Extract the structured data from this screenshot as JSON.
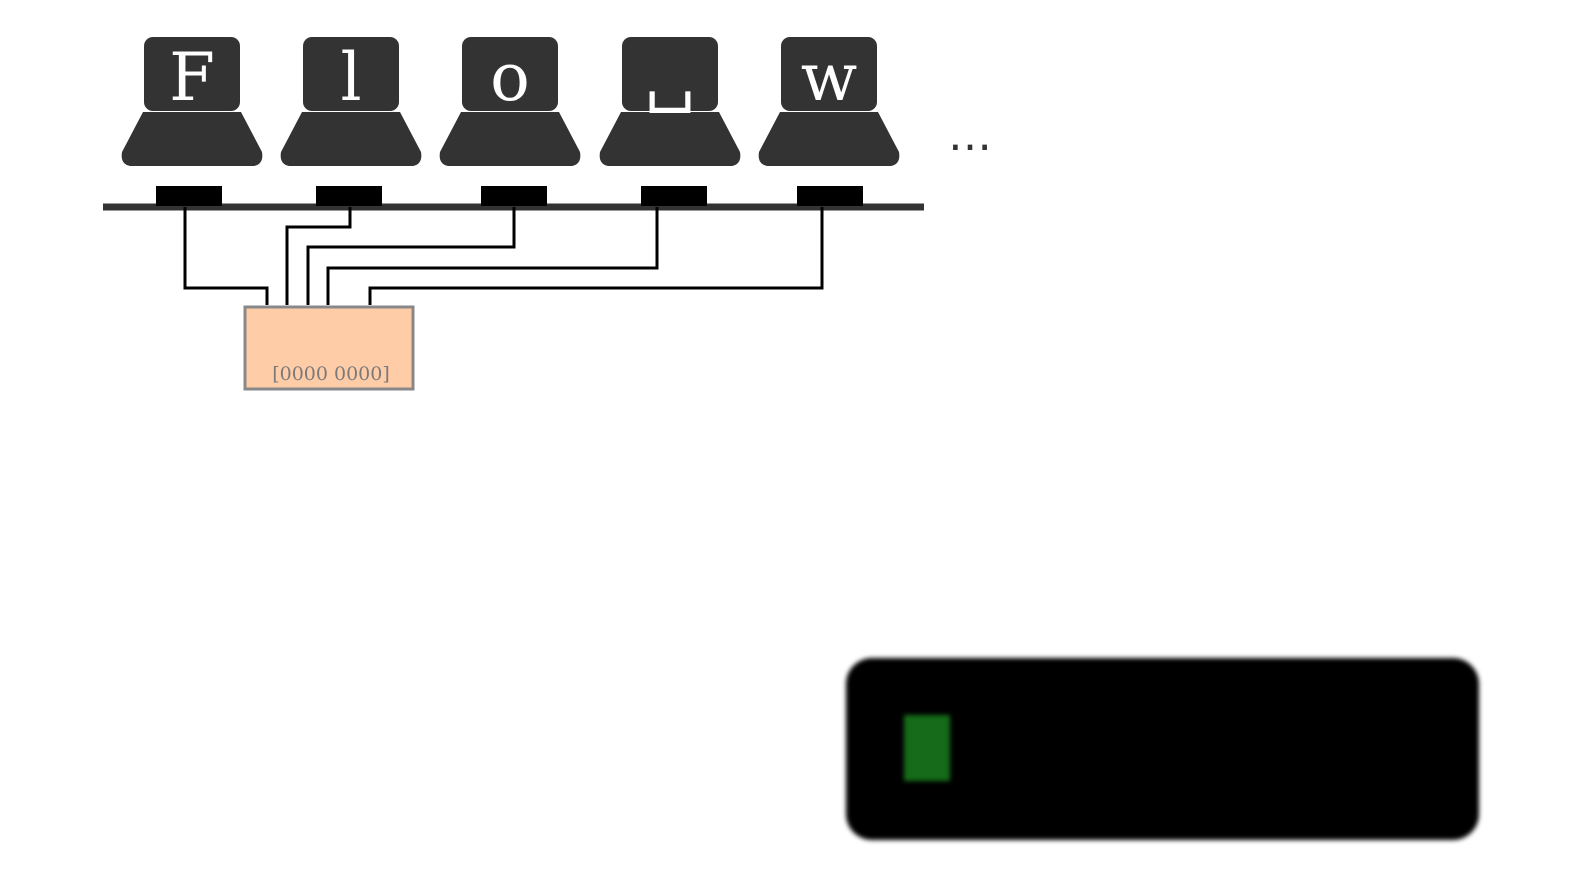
{
  "keys": [
    {
      "glyph": "F"
    },
    {
      "glyph": "l"
    },
    {
      "glyph": "o"
    },
    {
      "glyph": "␣"
    },
    {
      "glyph": "w"
    }
  ],
  "ellipsis": "…",
  "register": {
    "value": "[0000 0000]",
    "fill": "#ffcca8",
    "border": "#888888"
  },
  "colors": {
    "key_body": "#333333",
    "bus": "#333333",
    "connector": "#000000",
    "terminal_bg": "#000000",
    "cursor": "#156b19"
  },
  "terminal": {
    "cursor_visible": true
  }
}
